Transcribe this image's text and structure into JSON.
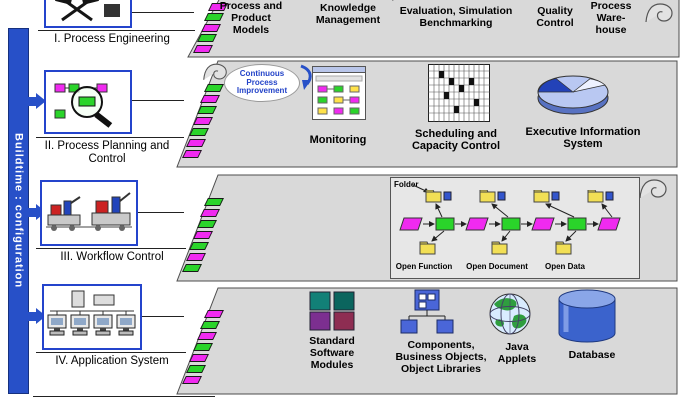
{
  "figure": {
    "buildtime_label": "Buildtime : configuration"
  },
  "colors": {
    "accent_blue": "#2750c8",
    "box_border_blue": "#2444cc",
    "sheet_gray": "#d9d9d9",
    "chain_green": "#2ad42a",
    "chain_magenta": "#f02af0",
    "folder_yellow": "#f2df55",
    "database_blue": "#3b63cc"
  },
  "icons": [
    "tools-icon",
    "magnifier-icon",
    "machines-icon",
    "computers-icon",
    "curl-icon",
    "cloud-arrow-icon",
    "monitoring-window-icon",
    "schedule-grid-icon",
    "pie-chart-icon",
    "folder-icon",
    "workflow-diagram",
    "modules-icon",
    "components-icon",
    "globe-icon",
    "database-cylinder-icon"
  ],
  "levels": [
    {
      "label": "I. Process Engineering",
      "items": [
        "Process and Product Models",
        "Reference Models, Knowledge Management",
        "Evaluation, Simulation Benchmarking",
        "Quality Control",
        "Process Ware-house"
      ]
    },
    {
      "label": "II. Process Planning and Control",
      "callout": "Continuous Process Improvement",
      "items": [
        "Monitoring",
        "Scheduling and Capacity Control",
        "Executive Information System"
      ]
    },
    {
      "label": "III. Workflow Control",
      "workflow": {
        "folder": "Folder",
        "open_function": "Open Function",
        "open_document": "Open Document",
        "open_data": "Open Data"
      }
    },
    {
      "label": "IV. Application System",
      "items": [
        "Standard Software Modules",
        "Components, Business Objects, Object Libraries",
        "Java Applets",
        "Database"
      ]
    }
  ]
}
